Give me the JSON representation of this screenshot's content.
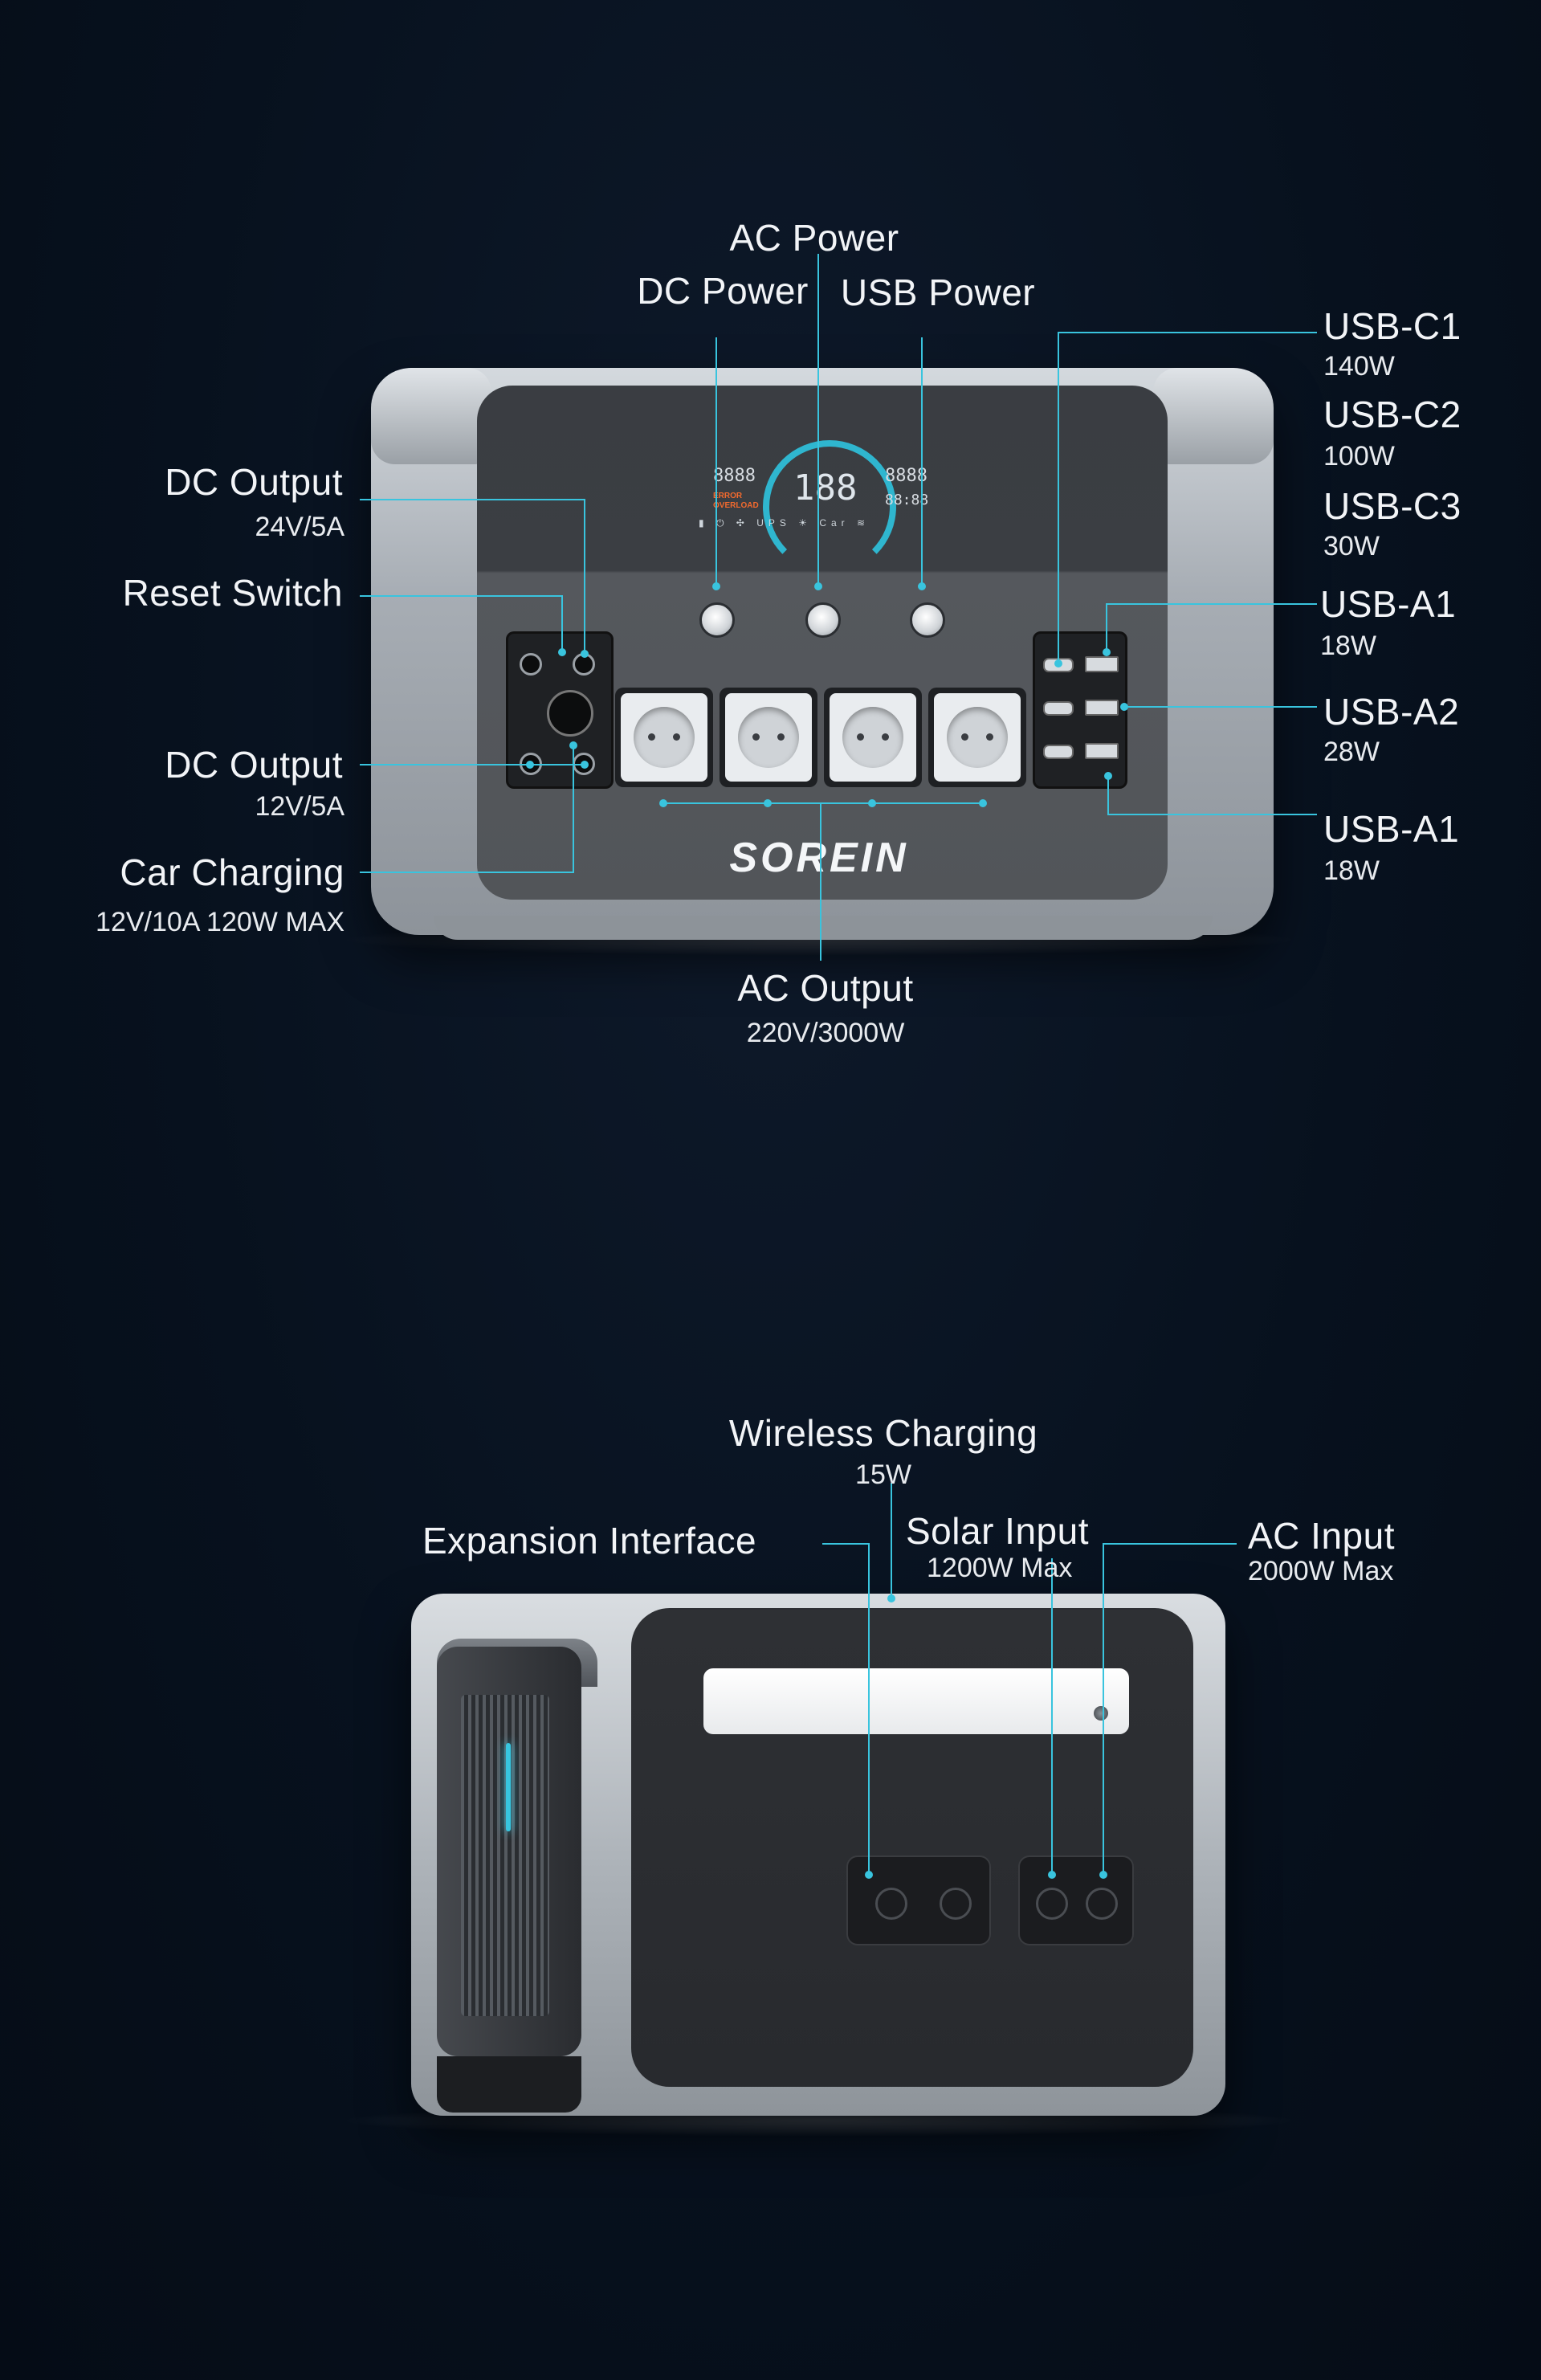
{
  "front": {
    "callouts": {
      "ac_power": "AC Power",
      "dc_power": "DC Power",
      "usb_power": "USB Power",
      "dc_output_24_title": "DC Output",
      "dc_output_24_spec": "24V/5A",
      "reset_switch": "Reset Switch",
      "dc_output_12_title": "DC Output",
      "dc_output_12_spec": "12V/5A",
      "car_charging_title": "Car Charging",
      "car_charging_spec": "12V/10A 120W MAX",
      "ac_output_title": "AC Output",
      "ac_output_spec": "220V/3000W",
      "usb_c1_title": "USB-C1",
      "usb_c1_spec": "140W",
      "usb_c2_title": "USB-C2",
      "usb_c2_spec": "100W",
      "usb_c3_title": "USB-C3",
      "usb_c3_spec": "30W",
      "usb_a1_top_title": "USB-A1",
      "usb_a1_top_spec": "18W",
      "usb_a2_title": "USB-A2",
      "usb_a2_spec": "28W",
      "usb_a1_bottom_title": "USB-A1",
      "usb_a1_bottom_spec": "18W"
    },
    "brand_logo": "SOREIN",
    "display": {
      "center_value": "188",
      "input_value": "8888",
      "output_value": "8888",
      "remaining_value": "88:88",
      "error_label": "ERROR",
      "overload_label": "OVERLOAD",
      "ups_label": "UPS",
      "car_label": "Car"
    }
  },
  "back": {
    "callouts": {
      "wireless_title": "Wireless Charging",
      "wireless_spec": "15W",
      "expansion": "Expansion Interface",
      "solar_title": "Solar Input",
      "solar_spec": "1200W Max",
      "ac_input_title": "AC Input",
      "ac_input_spec": "2000W Max"
    }
  },
  "colors": {
    "accent_line": "#39c4de",
    "background": "#07111e"
  }
}
